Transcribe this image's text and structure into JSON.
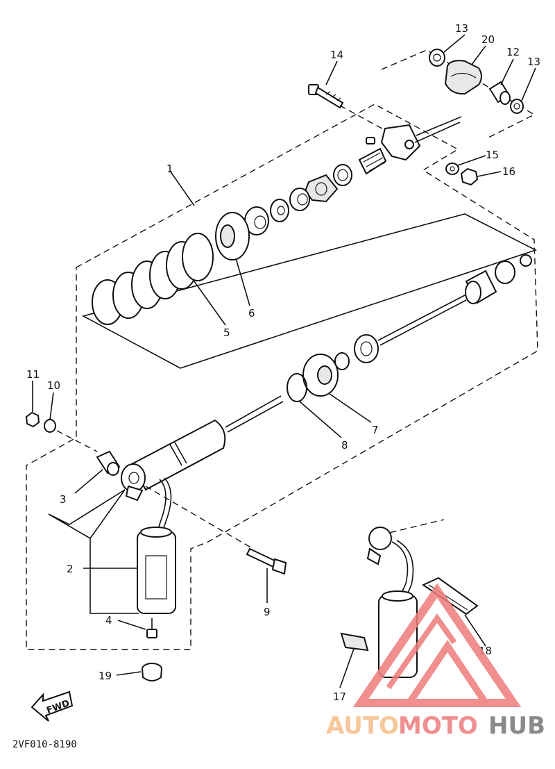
{
  "diagram": {
    "part_numbers": [
      "1",
      "2",
      "3",
      "4",
      "5",
      "6",
      "7",
      "8",
      "9",
      "10",
      "11",
      "12",
      "13",
      "13",
      "14",
      "15",
      "16",
      "17",
      "18",
      "19",
      "20"
    ],
    "drawing_code": "2VF010-8190",
    "fwd_arrow_text": "FWD"
  },
  "watermark": {
    "part1": "AUTO",
    "part2": "MOTO",
    "part3": "HUB",
    "colors": {
      "auto": "#f6c79b",
      "moto": "#ef8f8f",
      "hub": "#8a8a8a",
      "logo": "#ef7b7b"
    }
  }
}
